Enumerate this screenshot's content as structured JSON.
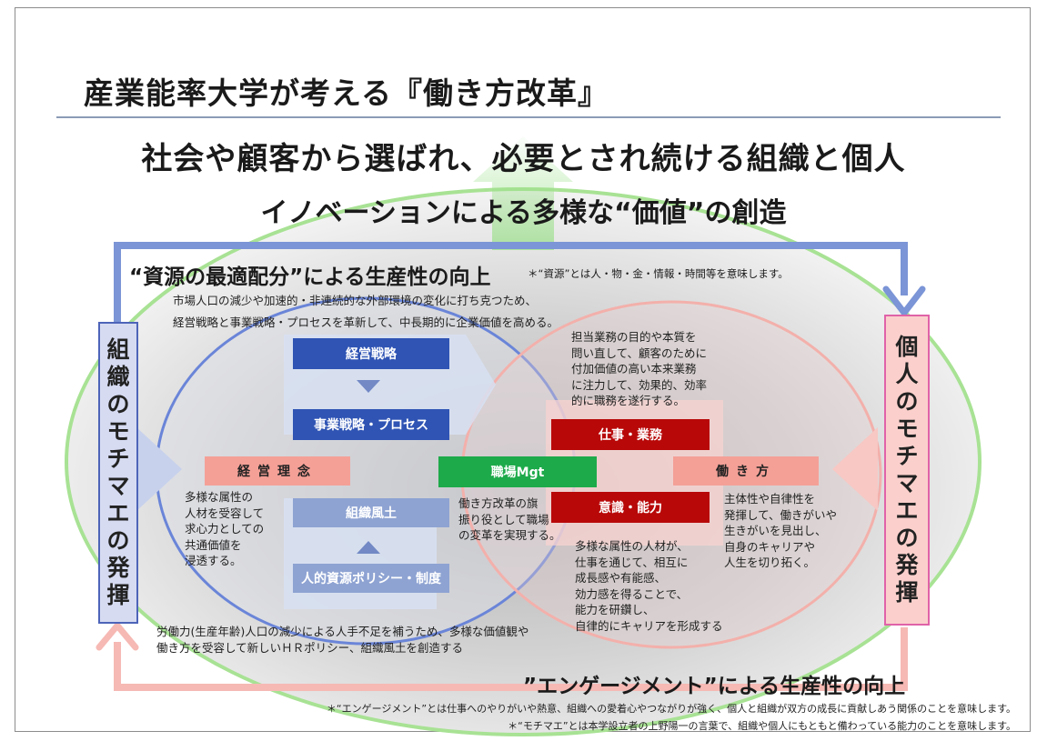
{
  "title": "産業能率大学が考える『働き方改革』",
  "headline1": "社会や顧客から選ばれ、必要とされ続ける組織と個人",
  "headline2": "イノベーションによる多様な“価値”の創造",
  "resource": {
    "heading": "“資源の最適配分”による生産性の向上",
    "note": "＊“資源”とは人・物・金・情報・時間等を意味します。",
    "lines": [
      "市場人口の減少や加速的・非連続的な外部環境の変化に打ち克つため、",
      "経営戦略と事業戦略・プロセスを革新して、中長期的に企業価値を高める。"
    ]
  },
  "left_column": {
    "chars": [
      "組",
      "織",
      "の",
      "モ",
      "チ",
      "マ",
      "エ",
      "の",
      "発",
      "揮"
    ]
  },
  "right_column": {
    "chars": [
      "個",
      "人",
      "の",
      "モ",
      "チ",
      "マ",
      "エ",
      "の",
      "発",
      "揮"
    ]
  },
  "boxes": {
    "keiei_senryaku": "経営戦略",
    "jigyo_senryaku": "事業戦略・プロセス",
    "keiei_rinen": "経営理念",
    "soshiki_fudo": "組織風土",
    "jinteki_shigen": "人的資源ポリシー・制度",
    "shokuba_mgt": "職場Mgt",
    "shigoto_gyomu": "仕事・業務",
    "ishiki_noryoku": "意識・能力",
    "hatarakikata": "働き方"
  },
  "texts": {
    "tanto_gyomu": [
      "担当業務の目的や本質を",
      "問い直して、顧客のために",
      "付加価値の高い本来業務",
      "に注力して、効果的、効率",
      "的に職務を遂行する。"
    ],
    "tayou_left": [
      "多様な属性の",
      "人材を受容して",
      "求心力としての",
      "共通価値を",
      "浸透する。"
    ],
    "hatarakikata_kaikaku": [
      "働き方改革の旗",
      "振り役として職場",
      "の変革を実現する。"
    ],
    "shutaisei": [
      "主体性や自律性を",
      "発揮して、働きがいや",
      "生きがいを見出し、",
      "自身のキャリアや",
      "人生を切り拓く。"
    ],
    "tayou_right": [
      "多様な属性の人材が、",
      "仕事を通じて、相互に",
      "成長感や有能感、",
      "効力感を得ることで、",
      "能力を研鑽し、",
      "自律的にキャリアを形成する"
    ],
    "rodoryoku": [
      "労働力(生産年齢)人口の減少による人手不足を補うため、多様な価値観や",
      "働き方を受容して新しいＨＲポリシー、組織風土を創造する"
    ]
  },
  "engagement": {
    "heading": "”エンゲージメント”による生産性の向上"
  },
  "footnotes": [
    "＊“エンゲージメント”とは仕事へのやりがいや熱意、組織への愛着心やつながりが強く、個人と組織が双方の成長に貢献しあう関係のことを意味します。",
    "＊“モチマエ”とは本学設立者の上野陽一の言葉で、組織や個人にもともと備わっている能力のことを意味します。"
  ],
  "colors": {
    "blue_box": "#2f54b4",
    "light_blue_box": "#8ea3d2",
    "red_box": "#b80808",
    "green_box": "#1daa4a",
    "pink_box": "#f4a097",
    "arrow_blue": "#7b95d6",
    "arrow_pink": "#f6b9b4",
    "outer_ellipse": "#9fe08d"
  }
}
